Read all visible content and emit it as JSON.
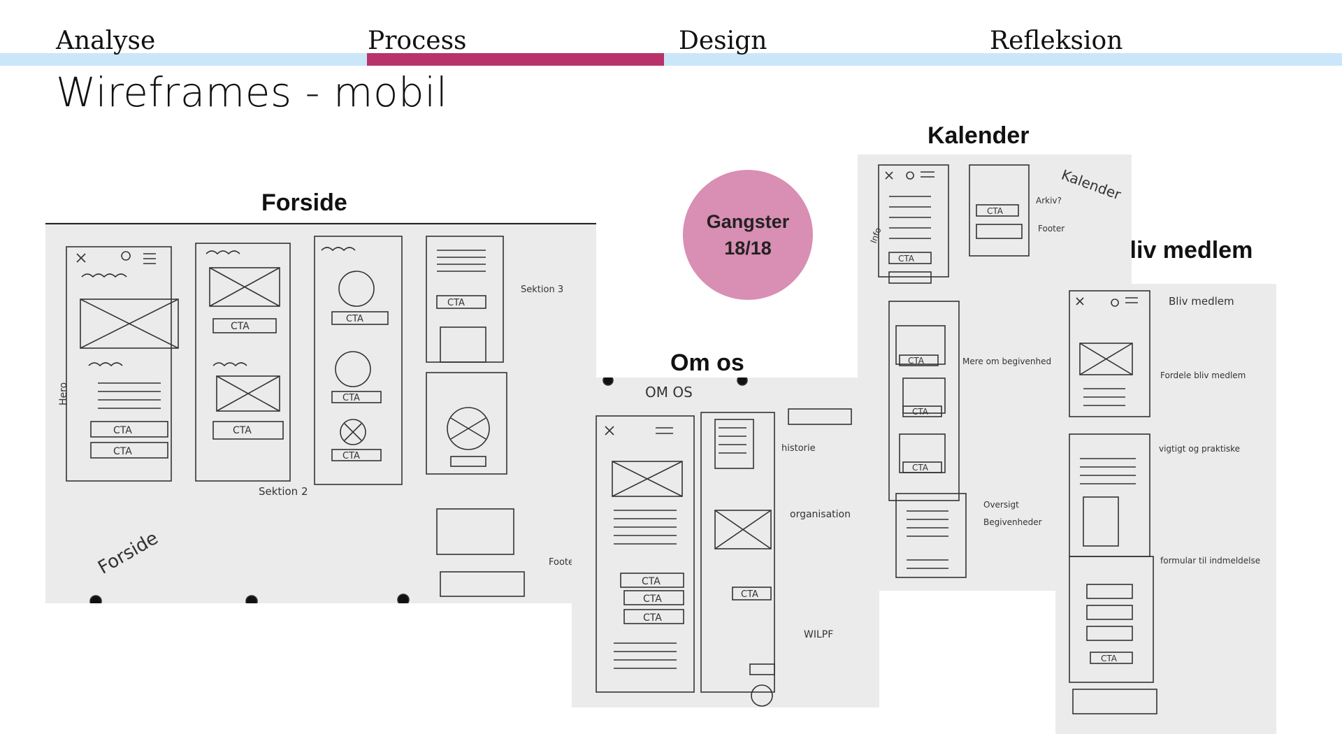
{
  "nav": {
    "tabs": [
      "Analyse",
      "Process",
      "Design",
      "Refleksion"
    ],
    "active": "Process",
    "colors": {
      "bar": "#cbe6f8",
      "active": "#b8336a"
    }
  },
  "page_title": "Wireframes - mobil",
  "sections": {
    "forside": "Forside",
    "om_os": "Om os",
    "kalender": "Kalender",
    "bliv_medlem": "Bliv medlem"
  },
  "badge": {
    "line1": "Gangster",
    "line2": "18/18",
    "color": "#d98eb3"
  },
  "sketch_notes": {
    "forside": {
      "hero": "Hero",
      "cta": "CTA",
      "sektion2": "Sektion 2",
      "sektion3": "Sektion 3",
      "footer": "Footer",
      "name": "Forside"
    },
    "om_os": {
      "title": "OM OS",
      "historie": "historie",
      "organisation": "organisation",
      "wilpf": "WILPF",
      "cta": "CTA"
    },
    "kalender": {
      "title": "Kalender",
      "arkiv": "Arkiv?",
      "footer": "Footer",
      "info": "Info",
      "cta": "CTA",
      "mere": "Mere om begivenhed",
      "oversigt": "Oversigt",
      "begivenheder": "Begivenheder"
    },
    "bliv_medlem": {
      "title": "Bliv medlem",
      "fordele": "Fordele bliv medlem",
      "vigtigt": "vigtigt og praktiske",
      "formular": "formular til indmeldelse",
      "cta": "CTA"
    }
  }
}
